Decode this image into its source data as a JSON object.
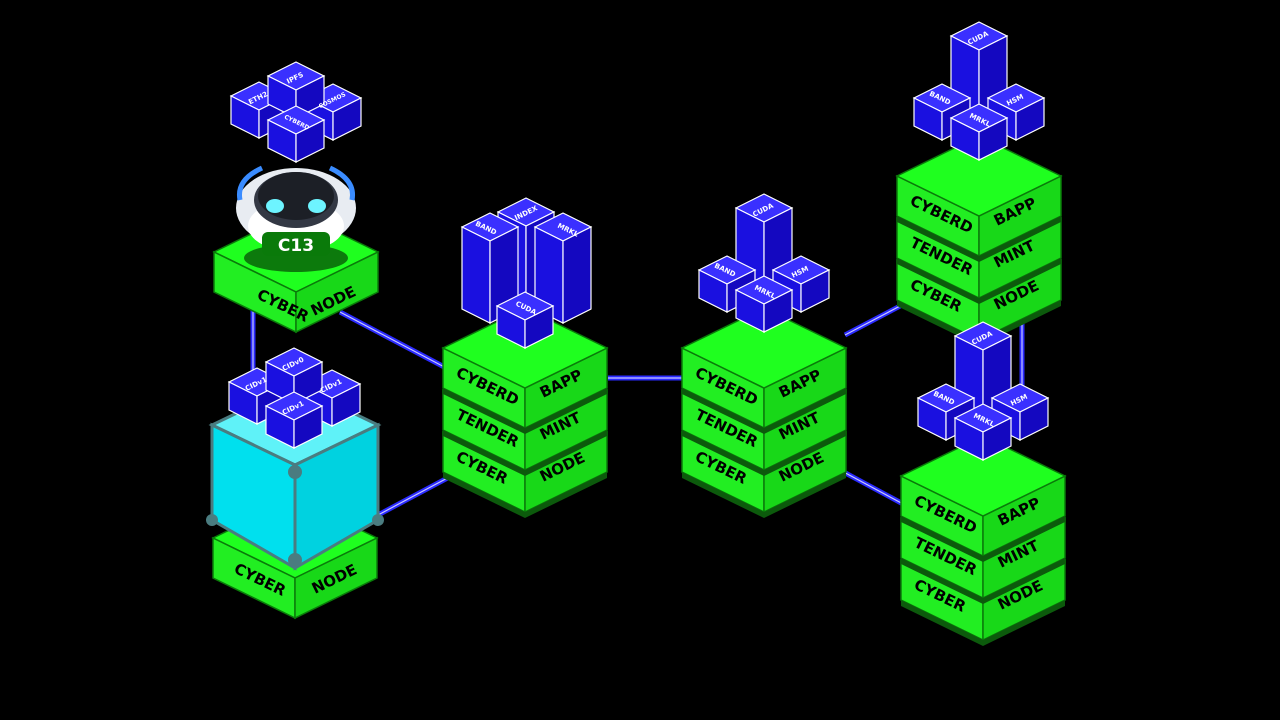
{
  "colors": {
    "background": "#000000",
    "node_green": "#1fff1f",
    "node_green_dark": "#0fa80f",
    "chip_blue": "#1a10e0",
    "link_blue": "#2a2aff",
    "storage_cyan": "#00e5f0"
  },
  "labels": {
    "cyber": "CYBER",
    "node": "NODE",
    "cyberd": "CYBERD",
    "bapp": "BAPP",
    "tender": "TENDER",
    "mint": "MINT"
  },
  "robot": {
    "badge": "C13",
    "chips": [
      "ETH2",
      "IPFS",
      "CYBERD",
      "COSMOS"
    ]
  },
  "storage": {
    "chips": [
      "CIDv0",
      "CIDv1",
      "CIDv1",
      "CIDv1"
    ]
  },
  "stack_left": {
    "chips": [
      "BAND",
      "INDEX",
      "MRKL",
      "CUDA"
    ]
  },
  "stack_middle": {
    "chips": [
      "CUDA",
      "BAND",
      "HSM",
      "MRKL"
    ]
  },
  "stack_top_right": {
    "chips": [
      "CUDA",
      "BAND",
      "HSM",
      "MRKL"
    ]
  },
  "stack_bottom_right": {
    "chips": [
      "CUDA",
      "BAND",
      "HSM",
      "MRKL"
    ]
  }
}
